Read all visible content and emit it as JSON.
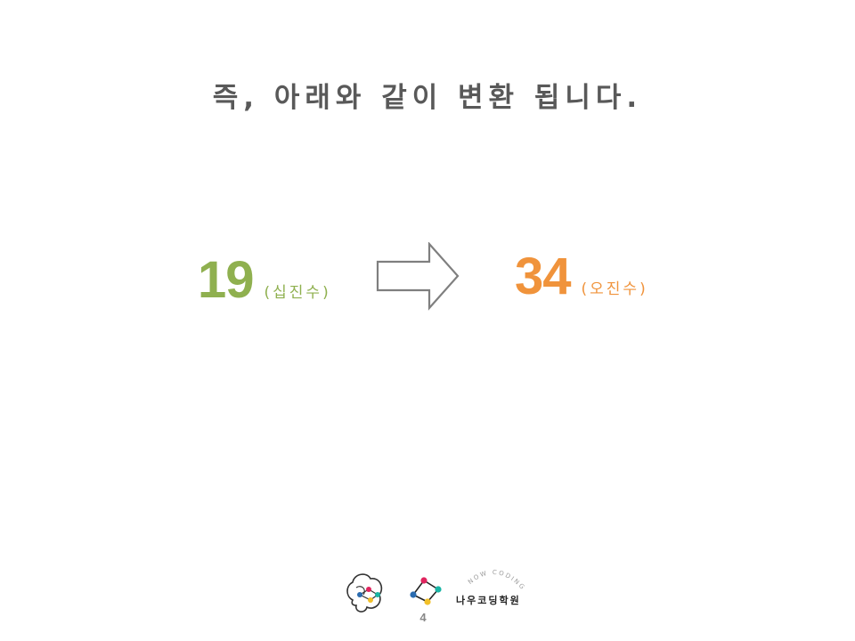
{
  "slide": {
    "title": "즉, 아래와 같이 변환 됩니다."
  },
  "conversion": {
    "from": {
      "value": "19",
      "label": "(십진수)",
      "color": "#8fb04f"
    },
    "arrow_icon": "right-arrow-outline-icon",
    "to": {
      "value": "34",
      "label": "(오진수)",
      "color": "#f0933b"
    }
  },
  "footer": {
    "brain_icon": "brain-logo-icon",
    "mark_icon": "now-coding-mark-icon",
    "arc_text": "NOW CODING",
    "academy_name": "나우코딩학원",
    "page_number": "4"
  }
}
